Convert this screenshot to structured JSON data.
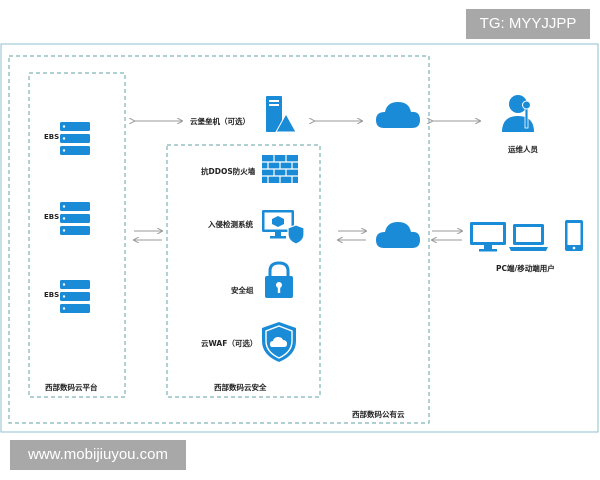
{
  "watermark_top": "TG: MYYJJPP",
  "watermark_bottom": "www.mobijiuyou.com",
  "regions": {
    "outer": "西部数码公有云",
    "platform": "西部数码云平台",
    "security": "西部数码云安全"
  },
  "ebs_labels": [
    "EBS",
    "EBS",
    "EBS"
  ],
  "nodes": {
    "bastion": "云堡垒机（可选）",
    "firewall": "抗DDOS防火墙",
    "ids": "入侵检测系统",
    "security_group": "安全组",
    "waf": "云WAF（可选）",
    "ops": "运维人员",
    "clients": "PC端/移动端用户"
  },
  "colors": {
    "accent": "#1a8bd6",
    "dashed": "#7fb3b3",
    "arrow": "#999999"
  }
}
